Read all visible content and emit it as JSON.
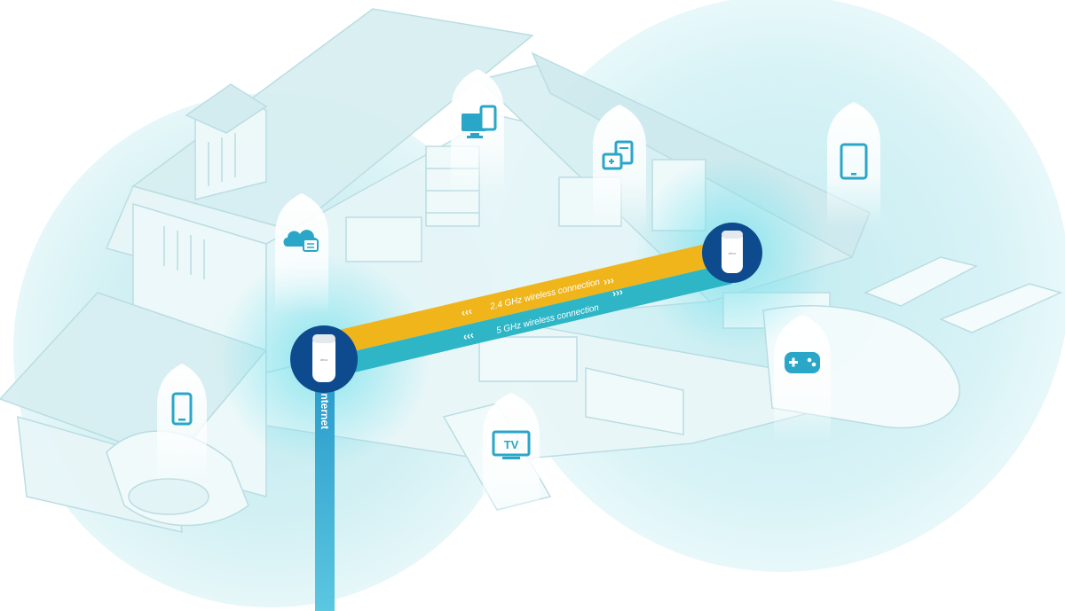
{
  "links": {
    "band_24_label": "2.4 GHz wireless connection",
    "band_5_label": "5 GHz wireless connection",
    "band_24_color": "#f0b51b",
    "band_5_color": "#2fb6c6"
  },
  "internet": {
    "label": "Internet",
    "color": "#2aa0c9"
  },
  "nodes": {
    "primary_brand": "deco",
    "secondary_brand": "deco",
    "badge_color": "#0d4a8e"
  },
  "devices": [
    {
      "icon": "phone-icon",
      "interactable": false
    },
    {
      "icon": "cloud-storage-icon",
      "interactable": false
    },
    {
      "icon": "computer-icon",
      "interactable": false
    },
    {
      "icon": "smart-home-icon",
      "interactable": false
    },
    {
      "icon": "tablet-icon",
      "interactable": false
    },
    {
      "icon": "game-controller-icon",
      "interactable": false
    },
    {
      "icon": "tv-icon",
      "interactable": false
    }
  ],
  "device_labels": {
    "tv_text": "TV"
  },
  "coverage": {
    "bubble_color": "#cfeef2",
    "glow_color": "#8fe0ea",
    "house_line_color": "#b5dde3"
  }
}
